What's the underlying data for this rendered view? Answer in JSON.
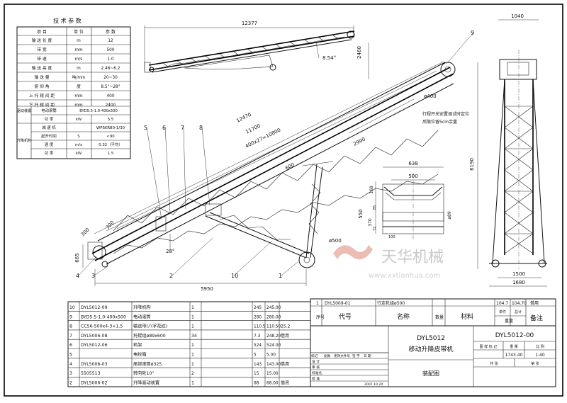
{
  "spec_table": {
    "title": "技 术 参 数",
    "header": [
      "项 目",
      "单 位",
      "参 数"
    ],
    "rows": [
      {
        "item": "输 送 长 度",
        "unit": "m",
        "value": "12"
      },
      {
        "item": "带    宽",
        "unit": "mm",
        "value": "500"
      },
      {
        "item": "带    速",
        "unit": "m/s",
        "value": "1.0"
      },
      {
        "item": "输 送 高 度",
        "unit": "m",
        "value": "2.46~6.2"
      },
      {
        "item": "输   送   量",
        "unit": "吨/min",
        "value": "20~30"
      },
      {
        "item": "俯 仰 角",
        "unit": "度",
        "value": "8.5°~28°"
      },
      {
        "item": "上 托 辊 间 距",
        "unit": "mm",
        "value": "400"
      },
      {
        "item": "下 托 辊 间 距",
        "unit": "mm",
        "value": "2400"
      }
    ],
    "drive_group": "驱动装置",
    "drive_rows": [
      {
        "item": "电动滚筒",
        "unit": "",
        "value": "BYD5.5-1.0-400x500"
      },
      {
        "item": "功  率",
        "unit": "kW",
        "value": "5.5"
      }
    ],
    "lift_group": "升降机构",
    "lift_rows": [
      {
        "item": "减 速 机",
        "unit": "",
        "value": "WPSKR80-1/30"
      },
      {
        "item": "起升时间",
        "unit": "S",
        "value": "<90"
      },
      {
        "item": "速  度",
        "unit": "m/s",
        "value": "0.32（平均）"
      },
      {
        "item": "功  率",
        "unit": "kW",
        "value": "1.5"
      }
    ]
  },
  "dimensions": {
    "d12377": "12377",
    "d12470": "12470",
    "d11700": "11700",
    "d10800": "400x27=10800",
    "d2460": "2460",
    "a854": "8.54°",
    "a28": "28°",
    "d2990": "2990",
    "d5950": "5950",
    "d6190": "6190",
    "d665": "665",
    "d300a": "300",
    "d300b": "300",
    "d600": "600",
    "d400": "ø400",
    "d500": "ø500",
    "d1040": "1040",
    "d1500": "1500",
    "d1680": "1680",
    "d638": "638",
    "d500b": "500",
    "d168": "168",
    "d550": "550",
    "d370": "370",
    "d89": "ø89",
    "d85": "85",
    "d72": "72",
    "d100": "100"
  },
  "balloons": [
    "1",
    "2",
    "3",
    "4",
    "5",
    "6",
    "7",
    "8",
    "9",
    "10"
  ],
  "note": [
    "行程开关安置调试时定位",
    "后限位留5cm余量"
  ],
  "watermark": {
    "brand": "天华机械",
    "url": "www.xxtianhua.com"
  },
  "bom_header": {
    "seq": "序号",
    "code": "代号",
    "name": "名称",
    "qty": "数量",
    "material": "材料",
    "note": "备注",
    "unit_w": "单件",
    "total_w": "总计",
    "weight": "重量"
  },
  "bom_rows": [
    {
      "seq": "10",
      "code": "DYL5012-09",
      "name": "升降机构",
      "qty": "1",
      "material": "",
      "unit_w": "245",
      "total_w": "245.00",
      "note": ""
    },
    {
      "seq": "9",
      "code": "BYD5.5-1.0-400x500",
      "name": "电动滚筒",
      "qty": "1",
      "material": "",
      "unit_w": "280",
      "total_w": "280.00",
      "note": ""
    },
    {
      "seq": "8",
      "code": "CC56-500x4-3+1.5",
      "name": "输送带(八字花纹)",
      "qty": "1",
      "material": "",
      "unit_w": "110.5",
      "total_w": "110.50",
      "note": "25.2"
    },
    {
      "seq": "7",
      "code": "DYL5006-08",
      "name": "托辊组ø89x600",
      "qty": "34",
      "material": "",
      "unit_w": "7.3",
      "total_w": "248.20",
      "note": "借用"
    },
    {
      "seq": "6",
      "code": "DYL5012-06",
      "name": "机架",
      "qty": "1",
      "material": "",
      "unit_w": "524",
      "total_w": "524.00",
      "note": ""
    },
    {
      "seq": "5",
      "code": "",
      "name": "电控箱",
      "qty": "1",
      "material": "",
      "unit_w": "5",
      "total_w": "5.00",
      "note": ""
    },
    {
      "seq": "4",
      "code": "DYL5006-03",
      "name": "尾部滚筒ø325",
      "qty": "1",
      "material": "",
      "unit_w": "143",
      "total_w": "143.00",
      "note": "借用"
    },
    {
      "seq": "3",
      "code": "5505513",
      "name": "转向轮10\"",
      "qty": "2",
      "material": "",
      "unit_w": "15",
      "total_w": "15.00",
      "note": ""
    },
    {
      "seq": "2",
      "code": "DYL5006-02",
      "name": "升降驱动装置",
      "qty": "1",
      "material": "",
      "unit_w": "68",
      "total_w": "68.00",
      "note": "借用"
    }
  ],
  "bom_top": {
    "seq": "1",
    "code": "DYL5009-01",
    "name": "行走轮组ø500",
    "qty": "",
    "material": "",
    "unit_w": "104.7",
    "total_w": "104.70",
    "note": "借用"
  },
  "title_block": {
    "model": "DYL5012",
    "product": "移动升降皮带机",
    "drawing_no": "DYL5012-00",
    "drawing_type": "装配图",
    "stage_label": "图 样 标 记",
    "weight_label": "重 量",
    "scale_label": "比 例",
    "weight": "1743.40",
    "scale": "1:40",
    "sheets_total": "共 张",
    "sheet_no": "第 张",
    "rev_header": [
      "标记",
      "处数",
      "更改文件号",
      "签 字",
      "日 期"
    ],
    "roles": [
      "设 计",
      "审 核",
      "标准化",
      "批 准"
    ],
    "date": "2007.10.20"
  }
}
